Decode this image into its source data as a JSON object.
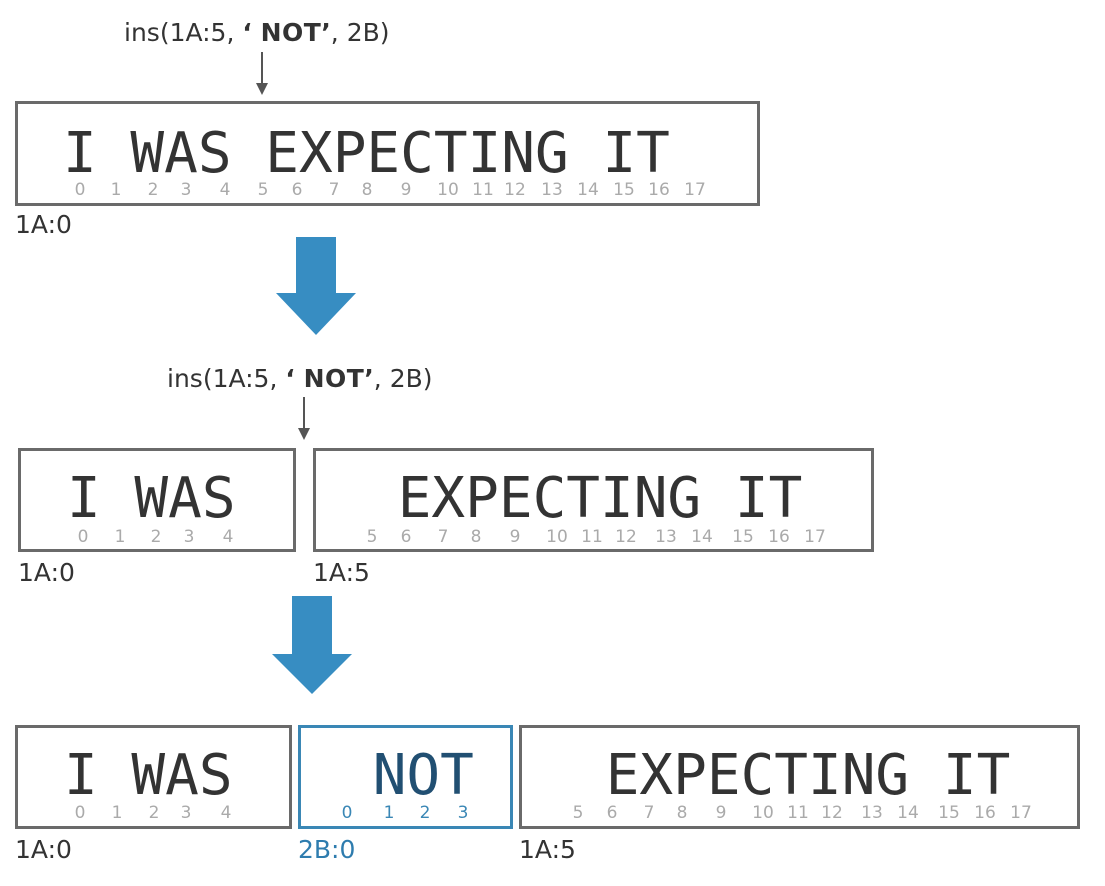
{
  "captions": {
    "top": {
      "prefix": "ins(1A:5, ",
      "quote_open": "‘ ",
      "text": "NOT",
      "quote_close": "’",
      "suffix": ", 2B)"
    },
    "middle": {
      "prefix": "ins(1A:5, ",
      "quote_open": "‘ ",
      "text": "NOT",
      "quote_close": "’",
      "suffix": ", 2B)"
    }
  },
  "stage1": {
    "piece": {
      "text": "I WAS EXPECTING IT",
      "label": "1A:0",
      "indices": [
        "0",
        "1",
        "2",
        "3",
        "4",
        "5",
        "6",
        "7",
        "8",
        "9",
        "10",
        "11",
        "12",
        "13",
        "14",
        "15",
        "16",
        "17"
      ]
    }
  },
  "stage2": {
    "left": {
      "text": "I WAS",
      "label": "1A:0",
      "indices": [
        "0",
        "1",
        "2",
        "3",
        "4"
      ]
    },
    "right": {
      "text": " EXPECTING IT",
      "label": "1A:5",
      "indices": [
        "5",
        "6",
        "7",
        "8",
        "9",
        "10",
        "11",
        "12",
        "13",
        "14",
        "15",
        "16",
        "17"
      ]
    }
  },
  "stage3": {
    "left": {
      "text": "I WAS",
      "label": "1A:0",
      "indices": [
        "0",
        "1",
        "2",
        "3",
        "4"
      ]
    },
    "middle": {
      "text": " NOT",
      "label": "2B:0",
      "indices": [
        "0",
        "1",
        "2",
        "3"
      ]
    },
    "right": {
      "text": " EXPECTING IT",
      "label": "1A:5",
      "indices": [
        "5",
        "6",
        "7",
        "8",
        "9",
        "10",
        "11",
        "12",
        "13",
        "14",
        "15",
        "16",
        "17"
      ]
    }
  },
  "colors": {
    "arrow": "#378dc2",
    "border": "#6a6a6a",
    "added_border": "#3a87b5",
    "added_text": "#214f72",
    "index_text": "#aaaaaa"
  }
}
